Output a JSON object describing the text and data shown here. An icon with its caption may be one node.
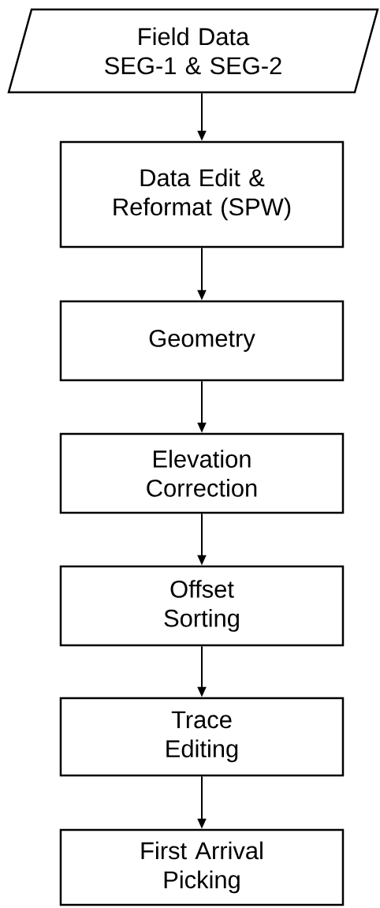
{
  "diagram": {
    "nodes": [
      {
        "text": [
          "Field Data SEG-1 & SEG-2"
        ]
      },
      {
        "text": [
          "Data Edit & Reformat (SPW)"
        ]
      },
      {
        "text": [
          "Geometry"
        ]
      },
      {
        "text": [
          "Elevation Correction"
        ]
      },
      {
        "text": [
          "Offset Sorting"
        ]
      },
      {
        "text": [
          "Trace Editing"
        ]
      },
      {
        "text": [
          "First Arrival Picking"
        ]
      }
    ],
    "edges": [
      {
        "from": 0,
        "to": 1,
        "arrow": "to"
      },
      {
        "from": 1,
        "to": 2,
        "arrow": "to"
      },
      {
        "from": 2,
        "to": 3,
        "arrow": "to"
      },
      {
        "from": 3,
        "to": 4,
        "arrow": "to"
      },
      {
        "from": 4,
        "to": 5,
        "arrow": "to"
      },
      {
        "from": 5,
        "to": 6,
        "arrow": "to"
      }
    ]
  }
}
